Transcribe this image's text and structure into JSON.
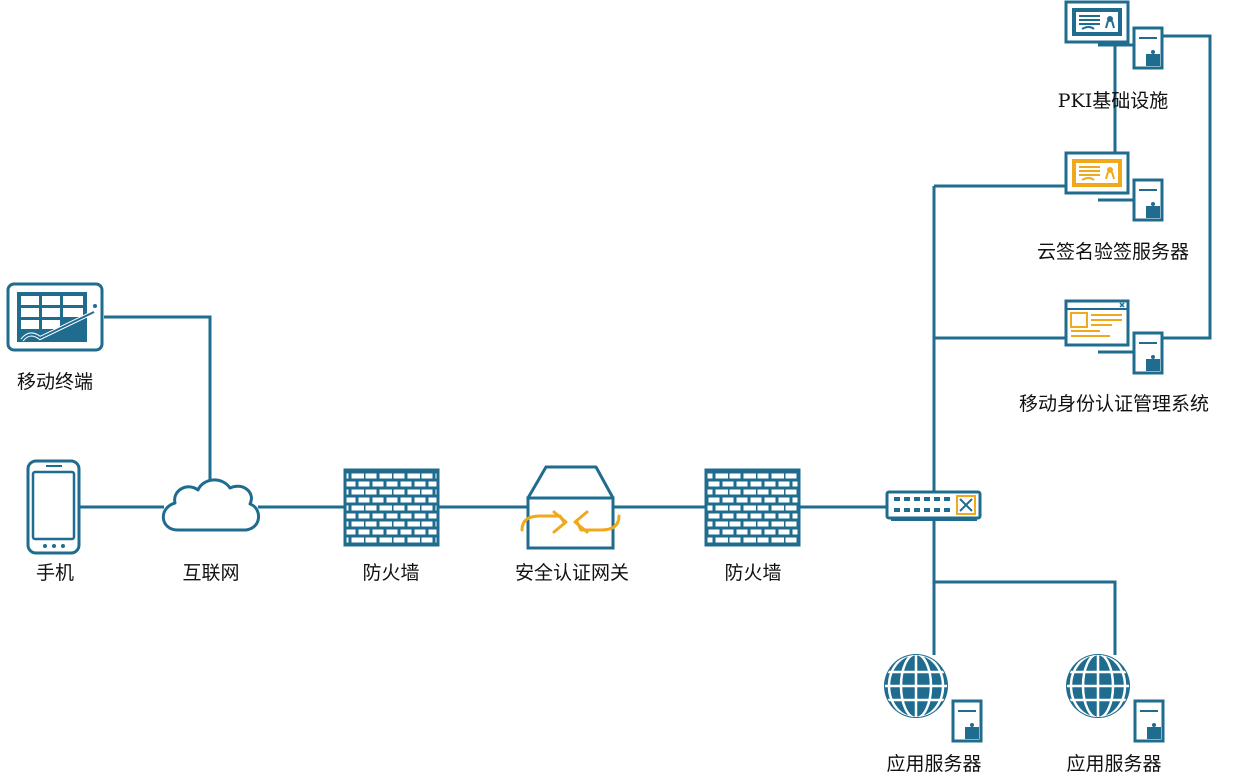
{
  "colors": {
    "line": "#1f6c8f",
    "icon": "#1f6c8f",
    "accent": "#f0a81c",
    "bg": "#ffffff"
  },
  "nodes": {
    "mobile_terminal": {
      "label": "移动终端",
      "icon": "tablet-icon"
    },
    "phone": {
      "label": "手机",
      "icon": "smartphone-icon"
    },
    "internet": {
      "label": "互联网",
      "icon": "cloud-icon"
    },
    "firewall_1": {
      "label": "防火墙",
      "icon": "firewall-icon"
    },
    "gateway": {
      "label": "安全认证网关",
      "icon": "gateway-icon"
    },
    "firewall_2": {
      "label": "防火墙",
      "icon": "firewall-icon"
    },
    "switch": {
      "label": "",
      "icon": "switch-icon"
    },
    "pki": {
      "label": "PKI基础设施",
      "icon": "certificate-server-icon"
    },
    "cloud_sign": {
      "label": "云签名验签服务器",
      "icon": "certificate-server-icon"
    },
    "mobile_auth": {
      "label": "移动身份认证管理系统",
      "icon": "window-server-icon"
    },
    "app_server_1": {
      "label": "应用服务器",
      "icon": "globe-server-icon"
    },
    "app_server_2": {
      "label": "应用服务器",
      "icon": "globe-server-icon"
    }
  }
}
